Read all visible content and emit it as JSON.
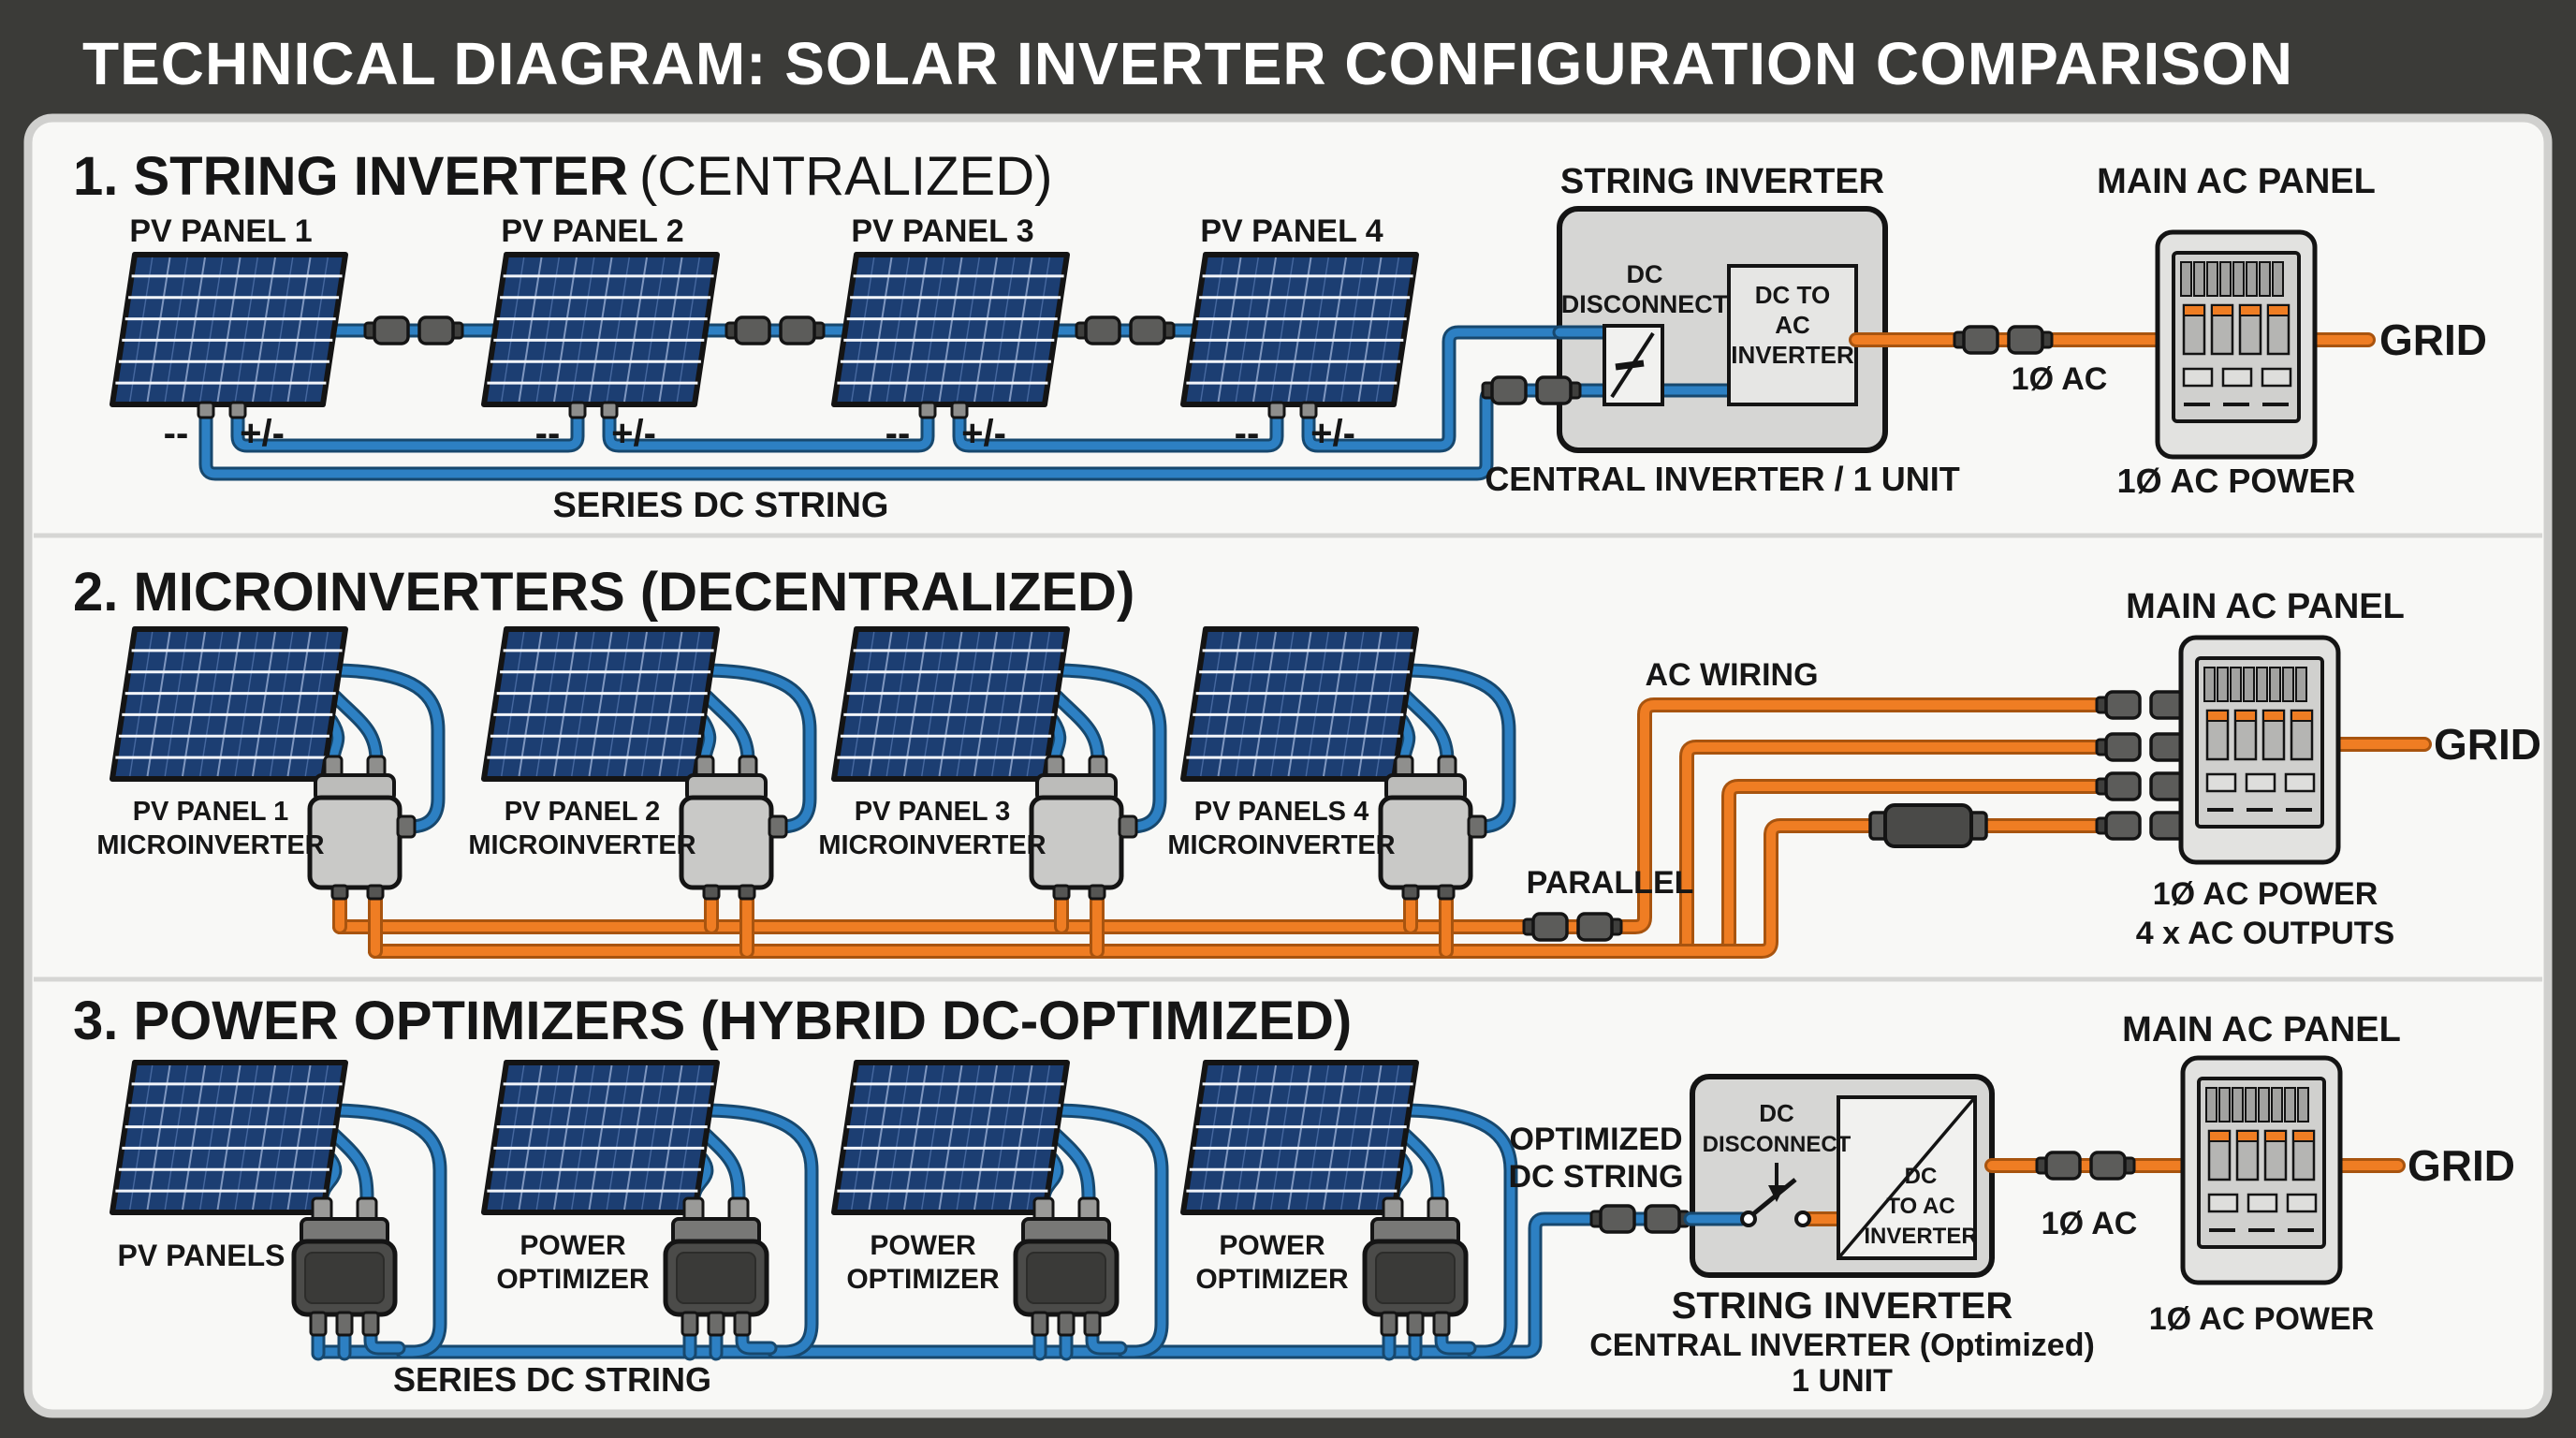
{
  "title": "TECHNICAL DIAGRAM: SOLAR INVERTER CONFIGURATION COMPARISON",
  "colors": {
    "frame_dark": "#3b3b38",
    "dc_wire_blue": "#2d80c3",
    "ac_wire_orange": "#ef7d23",
    "pv_cell_blue": "#1c3e72",
    "enclosure_gray": "#d6d6d4"
  },
  "section1": {
    "heading_main": "1. STRING INVERTER",
    "heading_sub": "(CENTRALIZED)",
    "panel_labels": [
      "PV PANEL 1",
      "PV PANEL 2",
      "PV PANEL 3",
      "PV PANEL 4"
    ],
    "neg_label": "--",
    "pos_label": "+/-",
    "series_label": "SERIES DC STRING",
    "inverter_title": "STRING INVERTER",
    "disconnect_line1": "DC",
    "disconnect_line2": "DISCONNECT",
    "dcac_line1": "DC TO",
    "dcac_line2": "AC",
    "dcac_line3": "INVERTER",
    "inverter_caption": "CENTRAL INVERTER / 1 UNIT",
    "ac_label": "1Ø AC",
    "ac_panel_title": "MAIN AC PANEL",
    "grid_label": "GRID",
    "ac_power_label": "1Ø AC POWER"
  },
  "section2": {
    "heading": "2. MICROINVERTERS (DECENTRALIZED)",
    "units": [
      {
        "line1": "PV PANEL 1",
        "line2": "MICROINVERTER"
      },
      {
        "line1": "PV PANEL 2",
        "line2": "MICROINVERTER"
      },
      {
        "line1": "PV PANEL 3",
        "line2": "MICROINVERTER"
      },
      {
        "line1": "PV PANELS 4",
        "line2": "MICROINVERTER"
      }
    ],
    "ac_wiring_label": "AC WIRING",
    "parallel_label": "PARALLEL",
    "ac_panel_title": "MAIN AC PANEL",
    "grid_label": "GRID",
    "ac_power_label": "1Ø AC POWER",
    "outputs_label": "4 x AC OUTPUTS"
  },
  "section3": {
    "heading": "3. POWER OPTIMIZERS (HYBRID DC-OPTIMIZED)",
    "first_panel_label": "PV PANELS",
    "optimizer_line1": "POWER",
    "optimizer_line2": "OPTIMIZER",
    "series_label": "SERIES DC STRING",
    "optimized_line1": "OPTIMIZED",
    "optimized_line2": "DC STRING",
    "disconnect_line1": "DC",
    "disconnect_line2": "DISCONNECT",
    "dcac_line1": "DC",
    "dcac_line2": "TO AC",
    "dcac_line3": "INVERTER",
    "inverter_title": "STRING INVERTER",
    "inverter_caption": "CENTRAL INVERTER (Optimized)",
    "inverter_units": "1 UNIT",
    "ac_label": "1Ø AC",
    "ac_panel_title": "MAIN AC PANEL",
    "grid_label": "GRID",
    "ac_power_label": "1Ø AC POWER"
  }
}
